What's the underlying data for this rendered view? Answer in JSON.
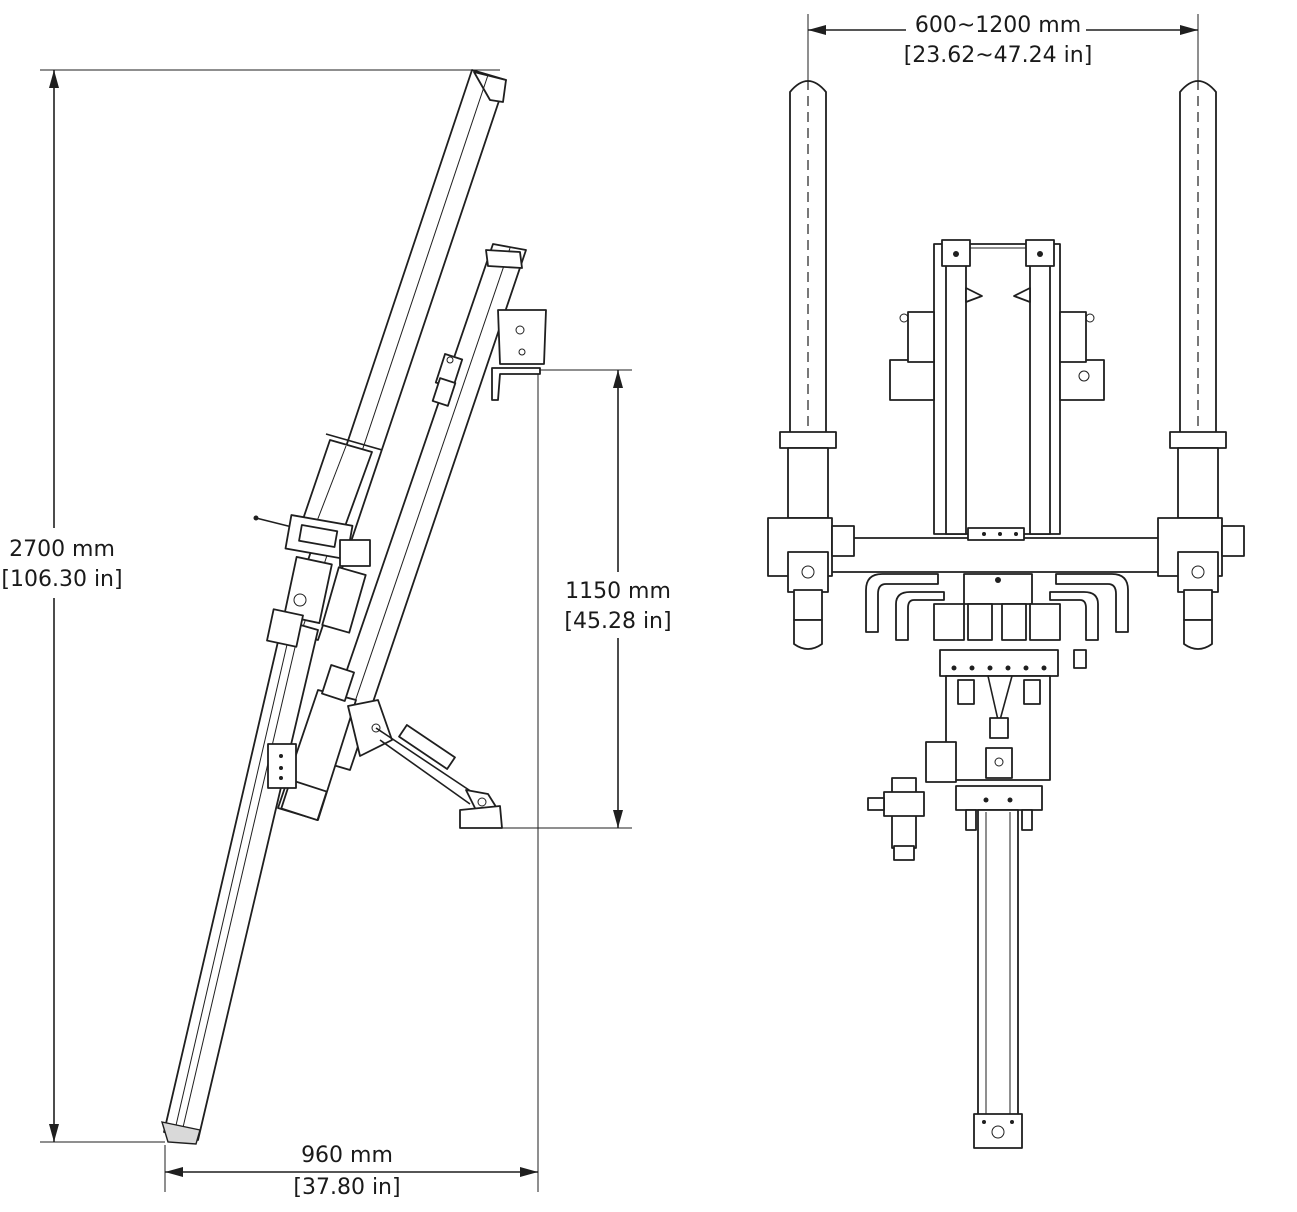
{
  "dimensions": {
    "overall_height": {
      "metric": "2700 mm",
      "imperial": "[106.30 in]"
    },
    "base_length": {
      "metric": "960 mm",
      "imperial": "[37.80 in]"
    },
    "mount_height": {
      "metric": "1150 mm",
      "imperial": "[45.28 in]"
    },
    "fork_width_range": {
      "metric": "600~1200 mm",
      "imperial": "[23.62~47.24 in]"
    }
  }
}
